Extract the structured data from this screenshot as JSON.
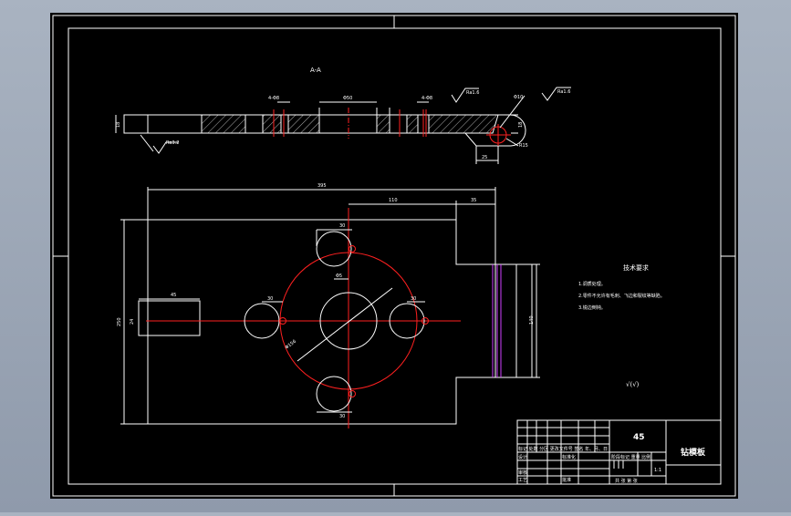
{
  "section_label": "A-A",
  "section_dims": {
    "thickness": "18",
    "hole_group": "4-Φ8",
    "center_bore": "Φ50",
    "hole_group_right": "4-Φ8",
    "finish_top_mid": "Ra1.6",
    "finish_top_right": "Ra1.6",
    "finish_bottom": "Ra3.2",
    "pin_hole": "Φ10",
    "height_right": "18",
    "radius": "R15",
    "width_bottom": "25"
  },
  "plan_dims": {
    "overall_width": "395",
    "inner_width": "110",
    "right_step": "35",
    "slot_width": "45",
    "slot_height": "24",
    "overall_height": "250",
    "right_height": "140",
    "top_hole": "30",
    "center_bore": "Φ5",
    "left_hole": "30",
    "right_hole": "30",
    "bottom_hole": "30",
    "pitch_circle": "Φ156"
  },
  "tech_requirements": {
    "title": "技术要求",
    "items": [
      "1.调质处理。",
      "2.零件不允许有毛刺、飞边和裂纹等缺陷。",
      "3.锐边倒钝。"
    ]
  },
  "roughness_note": "√(√)",
  "title_block": {
    "material": "45",
    "part_name": "钻模板",
    "row_marks": "标记 处数 分区 更改文件号 签名 年、月、日",
    "row_design": "设计",
    "row_standard": "标准化",
    "row_stage": "阶段标记 重量 比例",
    "row_review": "审核",
    "row_process": "工艺",
    "row_approve": "批准",
    "row_sheets": "共 张 第 张",
    "scale": "1:1"
  },
  "colors": {
    "background": "#000000",
    "lines": "#ffffff",
    "centerlines": "#ff2020",
    "hidden": "#d040ff",
    "chrome": "#a9b3c1"
  }
}
